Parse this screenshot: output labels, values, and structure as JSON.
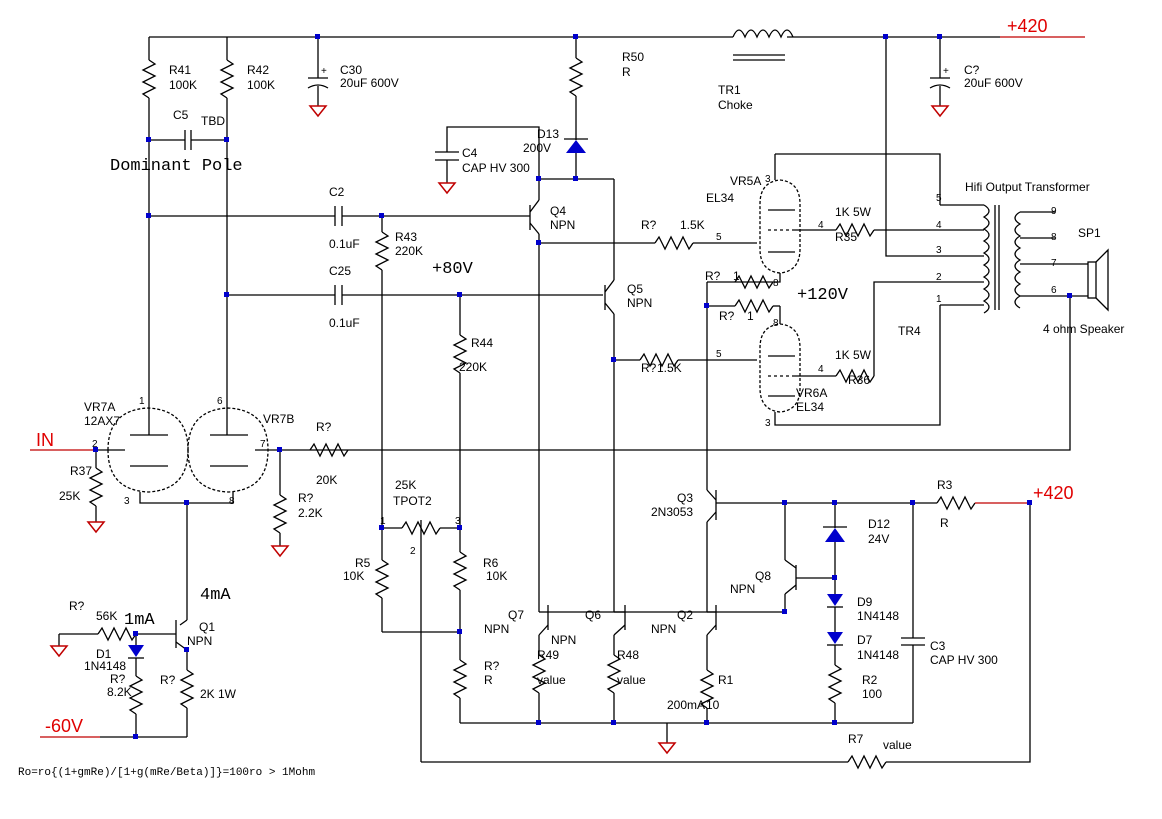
{
  "rails": {
    "plus420_top": "+420",
    "plus420_right": "+420",
    "minus60": "-60V",
    "in": "IN"
  },
  "notes": {
    "dominant_pole": "Dominant Pole",
    "v80": "+80V",
    "v120": "+120V",
    "i4ma": "4mA",
    "i1ma": "1mA",
    "i200ma": "200mA",
    "formula": "Ro=ro{(1+gmRe)/[1+g(mRe/Beta)]}=100ro > 1Mohm"
  },
  "parts": {
    "r41": {
      "ref": "R41",
      "val": "100K"
    },
    "r42": {
      "ref": "R42",
      "val": "100K"
    },
    "c30": {
      "ref": "C30",
      "val": "20uF 600V"
    },
    "r50": {
      "ref": "R50",
      "val": "R"
    },
    "tr1": {
      "ref": "TR1",
      "val": "Choke"
    },
    "cq": {
      "ref": "C?",
      "val": "20uF 600V"
    },
    "c5": {
      "ref": "C5",
      "val": "TBD"
    },
    "d13": {
      "ref": "D13",
      "val": "200V"
    },
    "c4": {
      "ref": "C4",
      "val": "CAP HV 300"
    },
    "c2": {
      "ref": "C2",
      "val": "0.1uF"
    },
    "c25": {
      "ref": "C25",
      "val": "0.1uF"
    },
    "r43": {
      "ref": "R43",
      "val": "220K"
    },
    "q4": {
      "ref": "Q4",
      "val": "NPN"
    },
    "q5": {
      "ref": "Q5",
      "val": "NPN"
    },
    "vr5a": {
      "ref": "VR5A",
      "val": "EL34"
    },
    "vr6a": {
      "ref": "VR6A",
      "val": "EL34"
    },
    "r35": {
      "ref": "R35",
      "val": "1K 5W"
    },
    "r36": {
      "ref": "R36",
      "val": "1K 5W"
    },
    "rg5": {
      "ref": "R?",
      "val": "1.5K"
    },
    "rg6": {
      "ref": "R?",
      "val": "1.5K"
    },
    "rs1": {
      "ref": "R?",
      "val": "1"
    },
    "rs2": {
      "ref": "R?",
      "val": "1"
    },
    "tr4": {
      "title": "Hifi Output Transformer",
      "ref": "TR4"
    },
    "sp1": {
      "ref": "SP1",
      "val": "4 ohm Speaker"
    },
    "r44": {
      "ref": "R44",
      "val": "220K"
    },
    "vr7a": {
      "ref": "VR7A",
      "val": "12AX7"
    },
    "vr7b": {
      "ref": "VR7B",
      "val": ""
    },
    "r37": {
      "ref": "R37",
      "val": "25K"
    },
    "rfb": {
      "ref": "R?",
      "val": "20K"
    },
    "rk": {
      "ref": "R?",
      "val": "2.2K"
    },
    "tpot": {
      "ref": "TPOT2",
      "val": "25K"
    },
    "r5": {
      "ref": "R5",
      "val": "10K"
    },
    "r6": {
      "ref": "R6",
      "val": "10K"
    },
    "q3": {
      "ref": "Q3",
      "val": "2N3053"
    },
    "r3": {
      "ref": "R3",
      "val": "R"
    },
    "d12": {
      "ref": "D12",
      "val": "24V"
    },
    "q8": {
      "ref": "Q8",
      "val": "NPN"
    },
    "d9": {
      "ref": "D9",
      "val": "1N4148"
    },
    "d7": {
      "ref": "D7",
      "val": "1N4148"
    },
    "c3": {
      "ref": "C3",
      "val": "CAP HV 300"
    },
    "q7": {
      "ref": "Q7",
      "val": "NPN"
    },
    "q6": {
      "ref": "Q6",
      "val": "NPN"
    },
    "q2": {
      "ref": "Q2",
      "val": "NPN"
    },
    "r49": {
      "ref": "R49",
      "val": "value"
    },
    "r48": {
      "ref": "R48",
      "val": "value"
    },
    "rr": {
      "ref": "R?",
      "val": "R"
    },
    "r1": {
      "ref": "R1",
      "val": "10"
    },
    "r2": {
      "ref": "R2",
      "val": "100"
    },
    "r7": {
      "ref": "R7",
      "val": "value"
    },
    "q1": {
      "ref": "Q1",
      "val": "NPN"
    },
    "r56": {
      "ref": "R?",
      "val": "56K"
    },
    "d1": {
      "ref": "D1",
      "val": "1N4148"
    },
    "r82": {
      "ref": "R?",
      "val": "8.2K"
    },
    "r2k": {
      "ref": "R?",
      "val": "2K 1W"
    }
  },
  "pins": {
    "p1": "1",
    "p2": "2",
    "p3": "3",
    "p4": "4",
    "p5": "5",
    "p6": "6",
    "p7": "7",
    "p8": "8",
    "p9": "9"
  }
}
